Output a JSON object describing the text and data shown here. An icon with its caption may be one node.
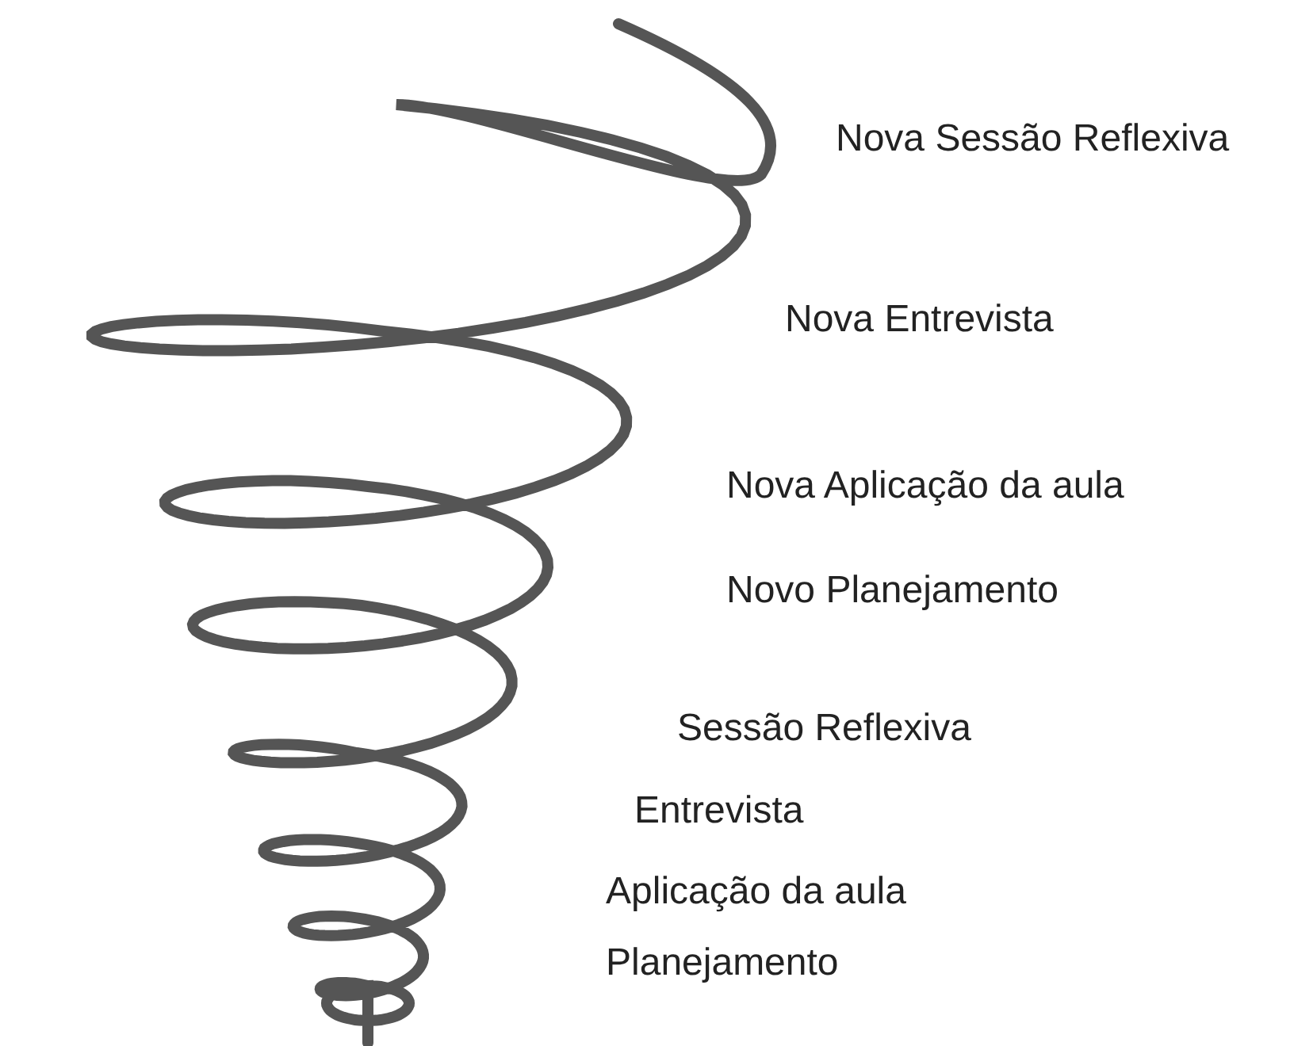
{
  "diagram": {
    "labels": [
      "Nova Sessão Reflexiva",
      "Nova Entrevista",
      "Nova Aplicação da aula",
      "Novo Planejamento",
      "Sessão Reflexiva",
      "Entrevista",
      "Aplicação da aula",
      "Planejamento"
    ]
  }
}
